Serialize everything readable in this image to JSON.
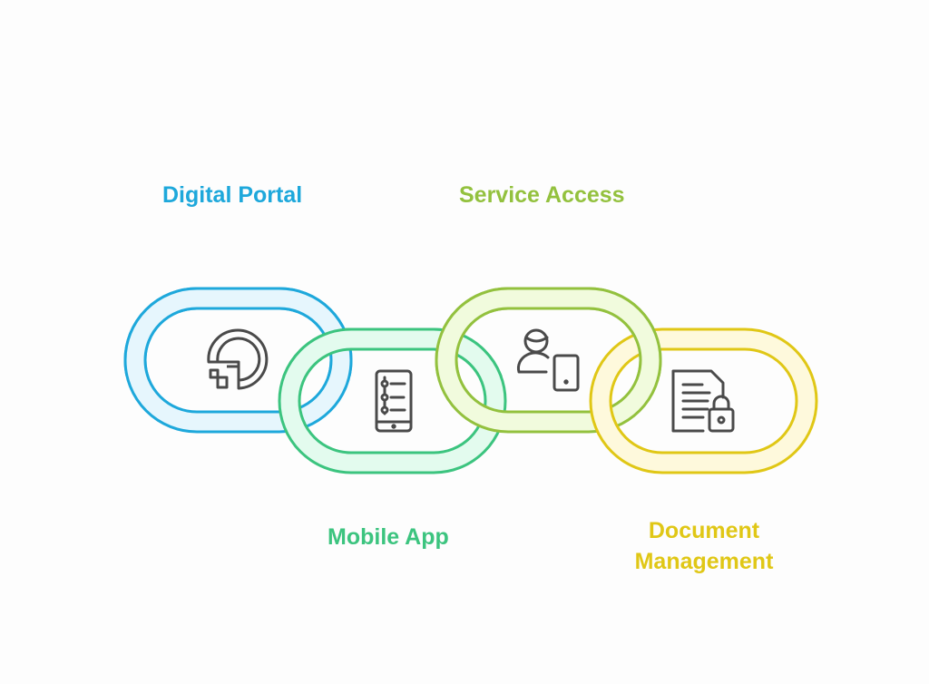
{
  "title": "Digital service chain",
  "colors": {
    "blue": "#1EA8DB",
    "green": "#3CC47F",
    "lime": "#93C13E",
    "yellow": "#E0C716",
    "icon": "#4a4a4a"
  },
  "links": [
    {
      "label": "Digital Portal",
      "icon": "digital-ocean-like-logo-icon"
    },
    {
      "label": "Mobile App",
      "icon": "mobile-checklist-icon"
    },
    {
      "label": "Service Access",
      "icon": "user-with-tablet-icon"
    },
    {
      "label_line1": "Document",
      "label_line2": "Management",
      "icon": "locked-document-icon"
    }
  ]
}
